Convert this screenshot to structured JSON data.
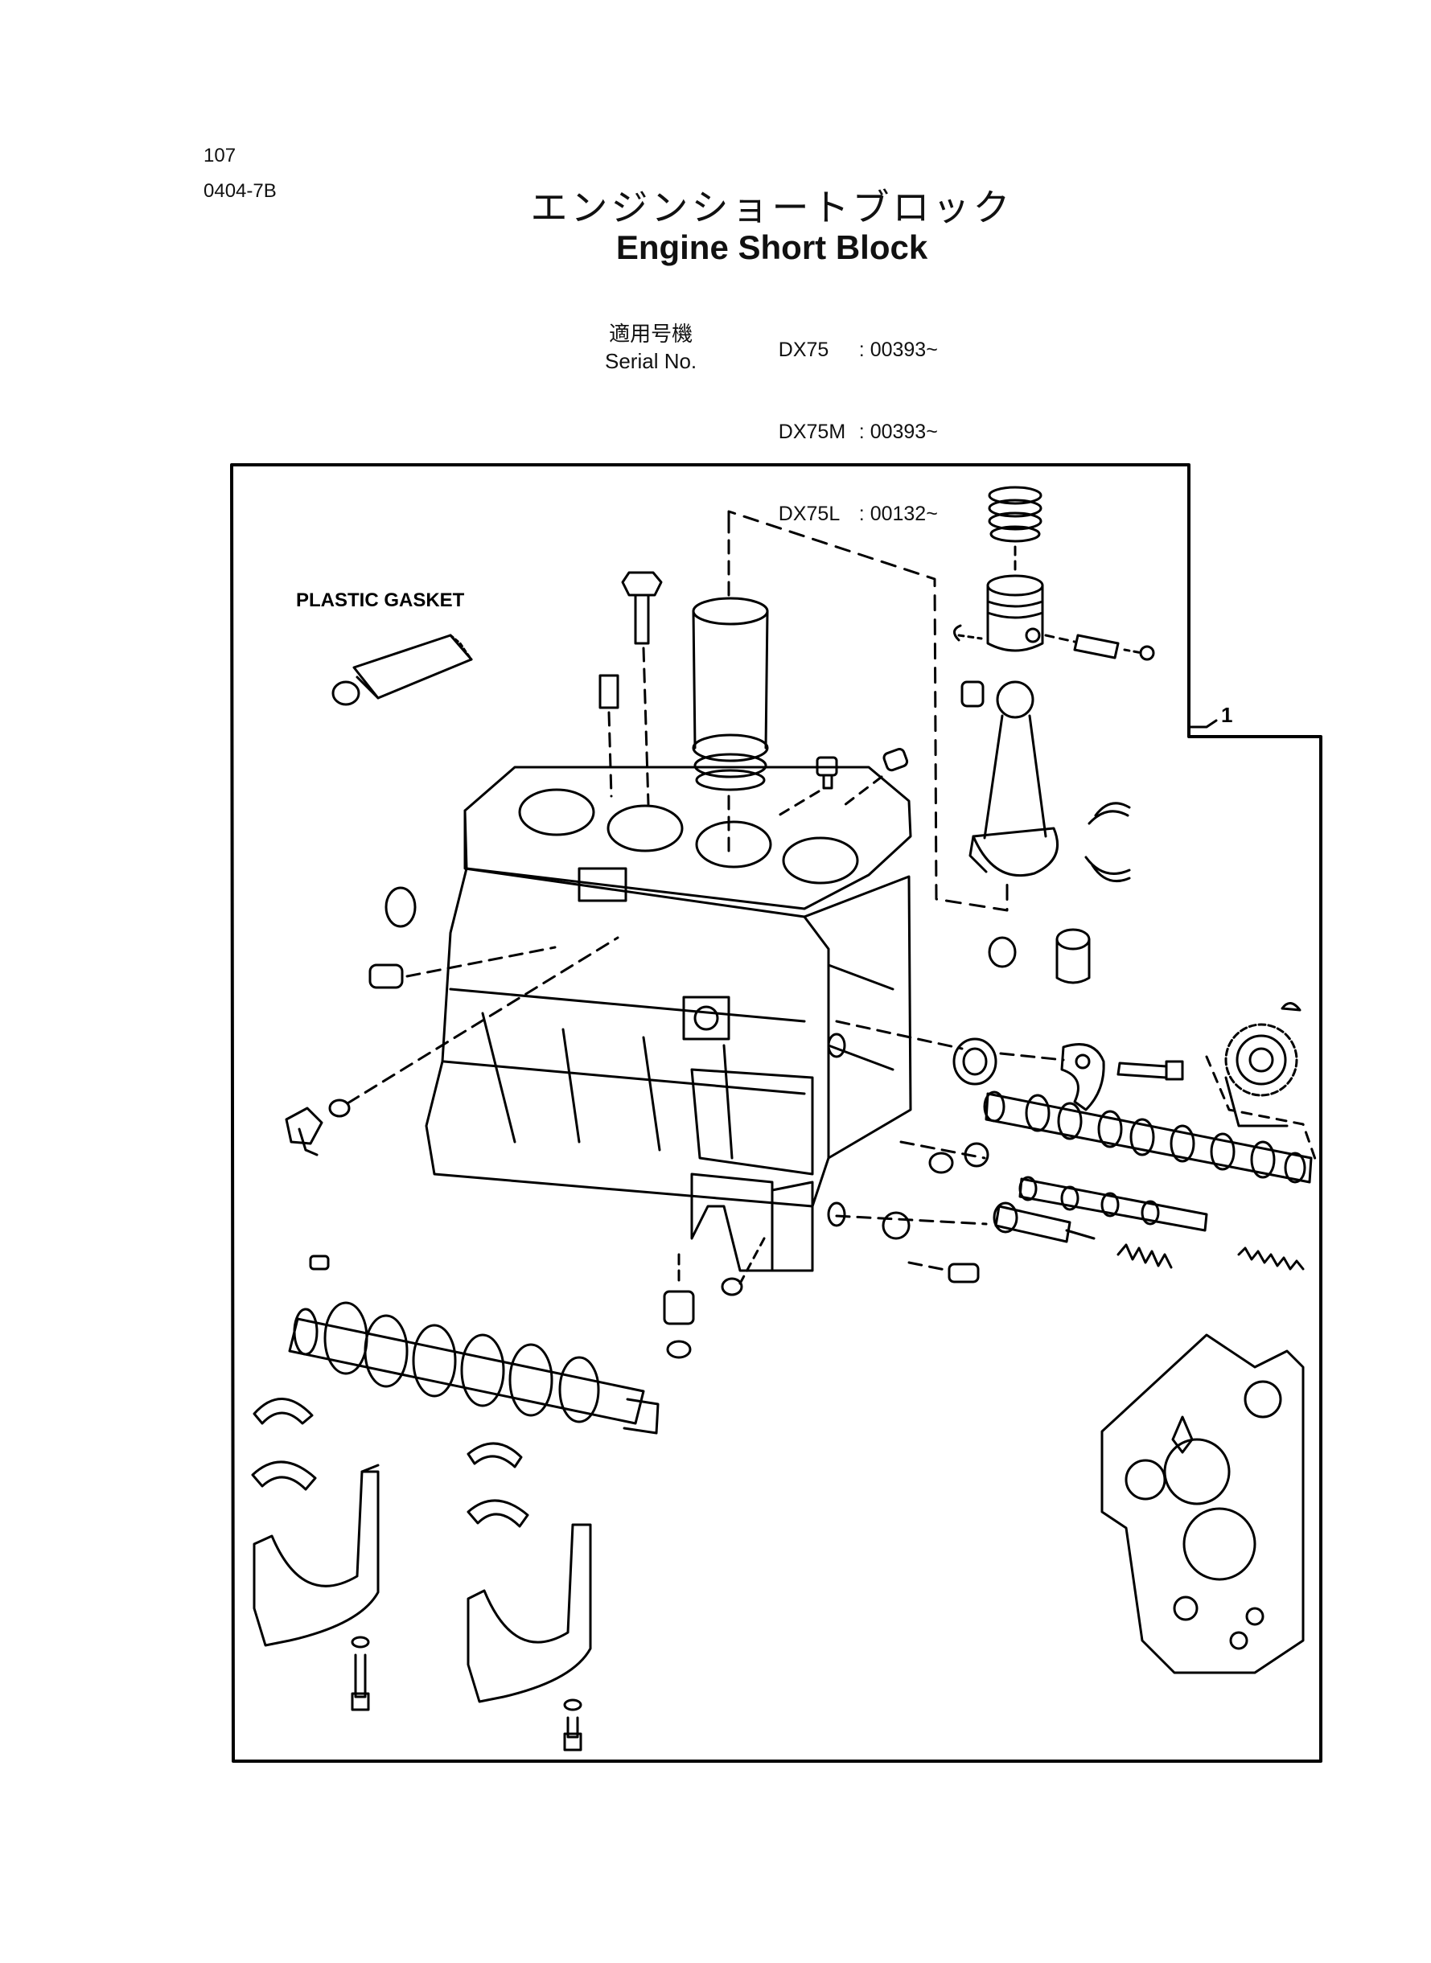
{
  "header": {
    "page_number": "107",
    "page_code": "0404-7B",
    "title_jp": "エンジンショートブロック",
    "title_en": "Engine Short Block"
  },
  "serial": {
    "label_jp": "適用号機",
    "label_en": "Serial No.",
    "entries": [
      {
        "model": "DX75",
        "serial": ": 00393~"
      },
      {
        "model": "DX75M",
        "serial": ": 00393~"
      },
      {
        "model": "DX75L",
        "serial": ": 00132~"
      }
    ]
  },
  "diagram": {
    "gasket_label": "PLASTIC GASKET",
    "callout_number": "1"
  }
}
